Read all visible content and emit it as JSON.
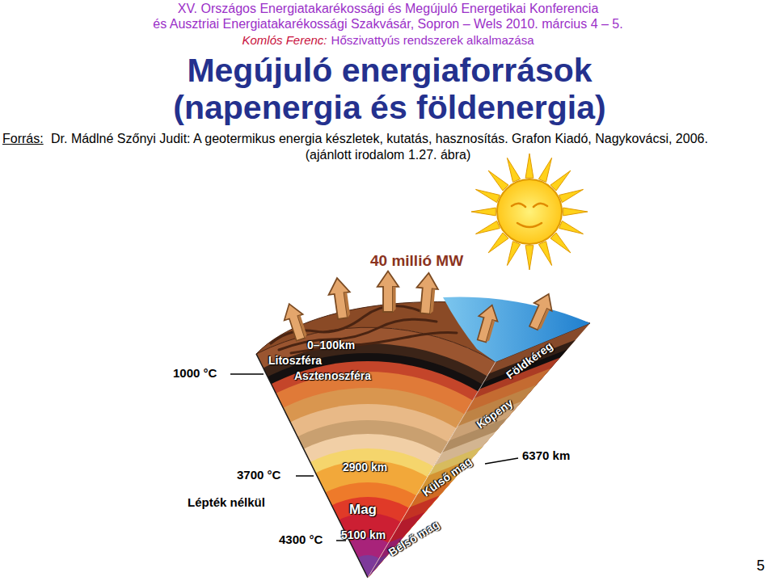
{
  "diagram": {
    "title": "Megújuló energiaforrások (napenergia és földenergia)",
    "labels": [
      "XV. Országos Energiatakarékossági és Megújuló Energetikai Konferencia",
      "és Ausztriai Energiatakarékossági Szakvásár, Sopron – Wels 2010. március 4 – 5.",
      "Komlós Ferenc:",
      "Hőszivattyús rendszerek alkalmazása",
      "Forrás:",
      "Dr. Mádlné Szőnyi Judit: A geotermikus energia készletek, kutatás, hasznosítás. Grafon Kiadó, Nagykovácsi, 2006.",
      "(ajánlott irodalom 1.27. ábra)",
      "40 millió MW",
      "0–100km",
      "Litoszféra",
      "Asztenoszféra",
      "1000 °C",
      "Földkéreg",
      "Köpeny",
      "6370 km",
      "2900 km",
      "3700 °C",
      "Külső mag",
      "Lépték nélkül",
      "Mag",
      "5100 km",
      "4300 °C",
      "Belső mag",
      "5"
    ]
  }
}
